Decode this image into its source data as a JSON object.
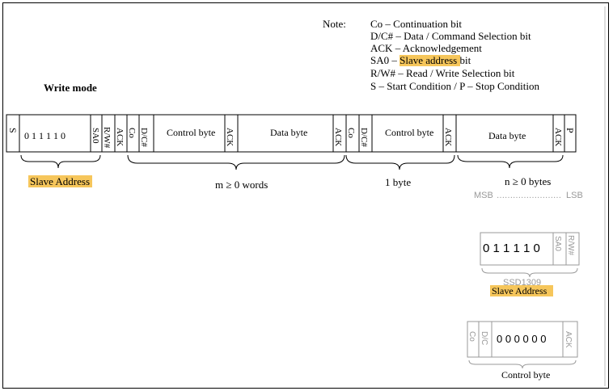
{
  "notes": {
    "label": "Note:",
    "lines": {
      "co": "Co – Continuation bit",
      "dc": "D/C# – Data / Command Selection bit",
      "ack": "ACK – Acknowledgement",
      "sa0_prefix": "SA0 –",
      "sa0_highlight": "Slave address",
      "sa0_suffix": "bit",
      "rw": "R/W# – Read / Write Selection bit",
      "sp": "S – Start Condition / P – Stop Condition"
    }
  },
  "mode_title": "Write mode",
  "frame": {
    "start": "S",
    "address_bits": "0 1 1 1 1 0",
    "sa0": "SA0",
    "rw": "R/W#",
    "ack": "ACK",
    "co": "Co",
    "dc": "D/C#",
    "control_byte": "Control byte",
    "data_byte": "Data byte",
    "stop": "P"
  },
  "braces": {
    "slave_address": "Slave Address",
    "m_words": "m ≥ 0 words",
    "one_byte": "1 byte",
    "n_bytes": "n ≥ 0 bytes"
  },
  "msb_lsb": {
    "msb": "MSB",
    "dots": "……………………",
    "lsb": "LSB"
  },
  "slave_detail": {
    "bits": "0 1 1 1 1 0",
    "sa0": "SA0",
    "rw": "R/W#",
    "chip": "SSD1309",
    "caption": "Slave Address"
  },
  "control_detail": {
    "co": "Co",
    "dc": "D/C",
    "bits": "0 0 0 0 0 0",
    "ack": "ACK",
    "caption": "Control byte"
  }
}
